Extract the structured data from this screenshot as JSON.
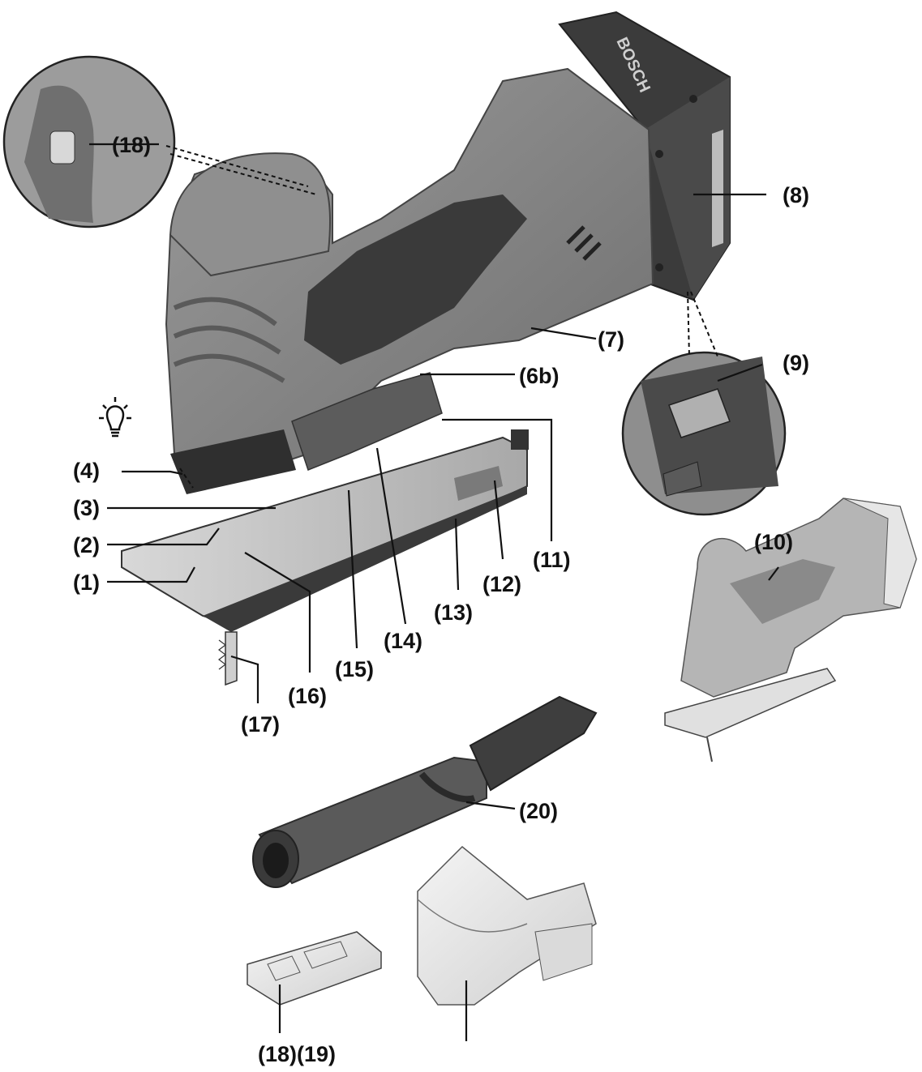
{
  "figure": {
    "brand_text": "BOSCH",
    "labels": {
      "l1": "(1)",
      "l2": "(2)",
      "l3": "(3)",
      "l4": "(4)",
      "l6b": "(6b)",
      "l7": "(7)",
      "l8": "(8)",
      "l9": "(9)",
      "l10": "(10)",
      "l11": "(11)",
      "l12": "(12)",
      "l13": "(13)",
      "l14": "(14)",
      "l15": "(15)",
      "l16": "(16)",
      "l17": "(17)",
      "l18_top": "(18)",
      "l18_19": "(18)(19)",
      "l20": "(20)"
    },
    "icons": [
      "light-bulb-icon"
    ]
  }
}
